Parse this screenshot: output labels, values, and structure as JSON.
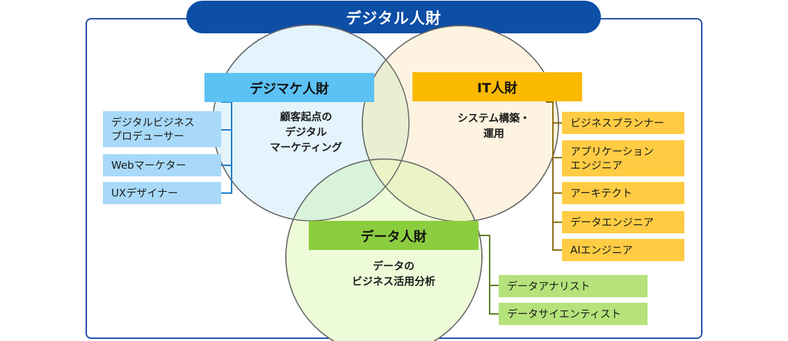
{
  "title": "デジタル人財",
  "categories": {
    "digimark": {
      "label": "デジマケ人財",
      "description": [
        "顧客起点の",
        "デジタル",
        "マーケティング"
      ],
      "roles": [
        [
          "デジタルビジネス",
          "プロデューサー"
        ],
        [
          "Webマーケター"
        ],
        [
          "UXデザイナー"
        ]
      ]
    },
    "it": {
      "label": "IT人財",
      "description": [
        "システム構築・",
        "運用"
      ],
      "roles": [
        [
          "ビジネスプランナー"
        ],
        [
          "アプリケーション",
          "エンジニア"
        ],
        [
          "アーキテクト"
        ],
        [
          "データエンジニア"
        ],
        [
          "AIエンジニア"
        ]
      ]
    },
    "data": {
      "label": "データ人財",
      "description": [
        "データの",
        "ビジネス活用分析"
      ],
      "roles": [
        [
          "データアナリスト"
        ],
        [
          "データサイエンティスト"
        ]
      ]
    }
  },
  "colors": {
    "frame": "#1e4fa3",
    "title_bg": "#0d4ea6",
    "digimark_label": "#5cc2f4",
    "digimark_circle": "#e4f4fd",
    "digimark_role": "#a8d9f8",
    "digimark_line": "#1a7ac8",
    "it_label": "#fbb900",
    "it_circle": "#fdf3e0",
    "it_role": "#ffcc44",
    "it_line": "#8a6a10",
    "data_label": "#8ccd3f",
    "data_circle": "#eefbd8",
    "data_role": "#b5e27a",
    "data_line": "#5a7a1a"
  }
}
